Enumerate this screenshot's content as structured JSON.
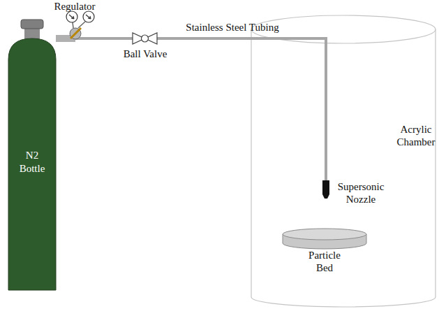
{
  "diagram": {
    "nodes": [
      {
        "text": [
          "N2 Bottle"
        ]
      }
    ],
    "labels": [
      "Regulator",
      "Ball Valve",
      "Stainless Steel Tubing",
      "Acrylic Chamber",
      "Supersonic Nozzle",
      "Particle Bed"
    ]
  }
}
